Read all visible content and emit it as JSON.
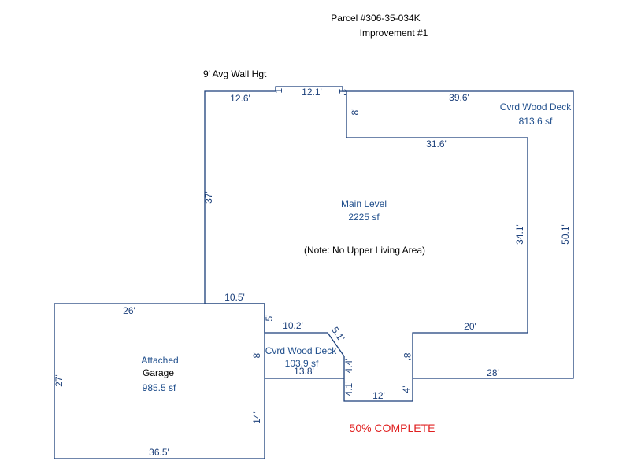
{
  "header": {
    "parcel": "Parcel #306-35-034K",
    "improvement": "Improvement #1"
  },
  "wall_height": "9' Avg Wall Hgt",
  "areas": {
    "main_name": "Main Level",
    "main_size": "2225 sf",
    "main_note": "(Note: No Upper Living Area)",
    "deck_large_name": "Cvrd Wood Deck",
    "deck_large_size": "813.6 sf",
    "garage_line1": "Attached",
    "garage_line2": "Garage",
    "garage_size": "985.5 sf",
    "deck_small_name": "Cvrd Wood Deck",
    "deck_small_size": "103.9 sf"
  },
  "dimensions": {
    "top_left": "12.6'",
    "step_up": "1'",
    "top_mid": "12.1'",
    "step_down": "1'",
    "notch_8": "8'",
    "deck_top": "39.6'",
    "inner_top": "31.6'",
    "left_37": "37'",
    "inner_right": "34.1'",
    "outer_right": "50.1'",
    "main_bottom": "10.5'",
    "garage_top": "26'",
    "five": "5'",
    "small_deck_top": "10.2'",
    "diag": "5.1'",
    "garage_8": "8'",
    "small_deck_bottom": "13.8'",
    "four_four": "4.4'",
    "four_one": "4.1'",
    "twelve": "12'",
    "right_four": "4'",
    "notch_8b": "8'",
    "twenty": "20'",
    "twenty_eight": "28'",
    "garage_left": "27'",
    "garage_14": "14'",
    "garage_bottom": "36.5'"
  },
  "status": "50% COMPLETE",
  "colors": {
    "lines": "#1b3f7a",
    "status": "#e02020"
  }
}
